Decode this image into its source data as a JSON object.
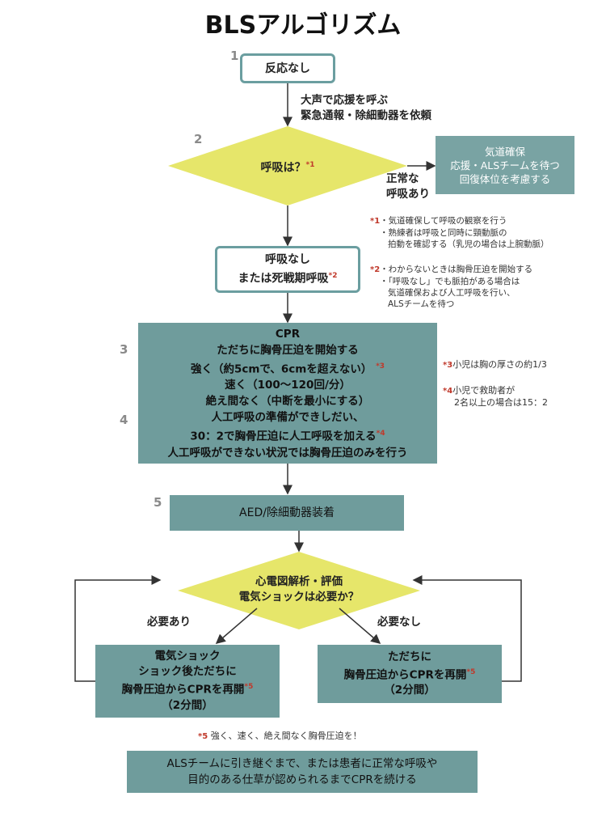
{
  "title": "BLSアルゴリズム",
  "steps": {
    "s1": "1",
    "s2": "2",
    "s3": "3",
    "s4": "4",
    "s5": "5"
  },
  "nodes": {
    "no_response": "反応なし",
    "call_help_1": "大声で応援を呼ぶ",
    "call_help_2": "緊急通報・除細動器を依頼",
    "breathing_q": "呼吸は？",
    "airway_1": "気道確保",
    "airway_2": "応援・ALSチームを待つ",
    "airway_3": "回復体位を考慮する",
    "normal_breathing_1": "正常な",
    "normal_breathing_2": "呼吸あり",
    "no_breathing_1": "呼吸なし",
    "no_breathing_2": "または死戦期呼吸",
    "cpr_lines": [
      "CPR",
      "ただちに胸骨圧迫を開始する",
      "強く（約5cmで、6cmを超えない）",
      "速く（100～120回/分）",
      "絶え間なく（中断を最小にする）",
      "人工呼吸の準備ができしだい、",
      "30：2で胸骨圧迫に人工呼吸を加える",
      "人工呼吸ができない状況では胸骨圧迫のみを行う"
    ],
    "aed": "AED/除細動器装着",
    "ecg_1": "心電図解析・評価",
    "ecg_2": "電気ショックは必要か？",
    "needed": "必要あり",
    "not_needed": "必要なし",
    "shock_lines": [
      "電気ショック",
      "ショック後ただちに",
      "胸骨圧迫からCPRを再開",
      "（2分間）"
    ],
    "resume_lines": [
      "ただちに",
      "胸骨圧迫からCPRを再開",
      "（2分間）"
    ],
    "final_1": "ALSチームに引き継ぐまで、または患者に正常な呼吸や",
    "final_2": "目的のある仕草が認められるまでCPRを続ける"
  },
  "marks": {
    "m1": "*1",
    "m2": "*2",
    "m3": "*3",
    "m4": "*4",
    "m5": "*5"
  },
  "notes": {
    "n1_a": "・気道確保して呼吸の観察を行う",
    "n1_b": "・熟練者は呼吸と同時に頸動脈の",
    "n1_c": "拍動を確認する（乳児の場合は上腕動脈）",
    "n2_a": "・わからないときは胸骨圧迫を開始する",
    "n2_b": "・「呼吸なし」でも脈拍がある場合は",
    "n2_c": "気道確保および人工呼吸を行い、",
    "n2_d": "ALSチームを待つ",
    "n3": "小児は胸の厚さの約1/3",
    "n4_a": "小児で救助者が",
    "n4_b": "2名以上の場合は15：2",
    "n5": "強く、速く、絶え間なく胸骨圧迫を！"
  },
  "colors": {
    "teal": "#6f9c9c",
    "diamond": "#e6e66a",
    "border": "#6b9ea0",
    "mark": "#c0392b"
  }
}
